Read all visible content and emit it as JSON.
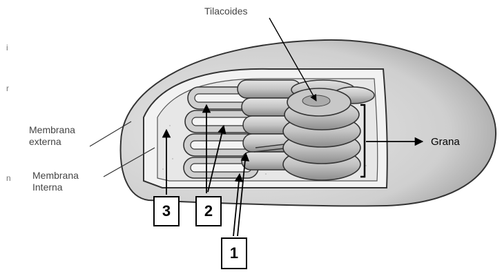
{
  "labels": {
    "tilacoides": "Tilacoides",
    "membrana_externa": [
      "Membrana",
      "externa"
    ],
    "membrana_interna": [
      "Membrana",
      "Interna"
    ],
    "grana": "Grana"
  },
  "markers": [
    "1",
    "2",
    "3"
  ],
  "edge_marks": [
    "i",
    "r",
    "n"
  ],
  "colors": {
    "outer_membrane": "#d8d8d8",
    "stroma": "#f0f0f0",
    "thylakoid": "#c9c9c9",
    "outline": "#333333",
    "arrow": "#000000"
  }
}
